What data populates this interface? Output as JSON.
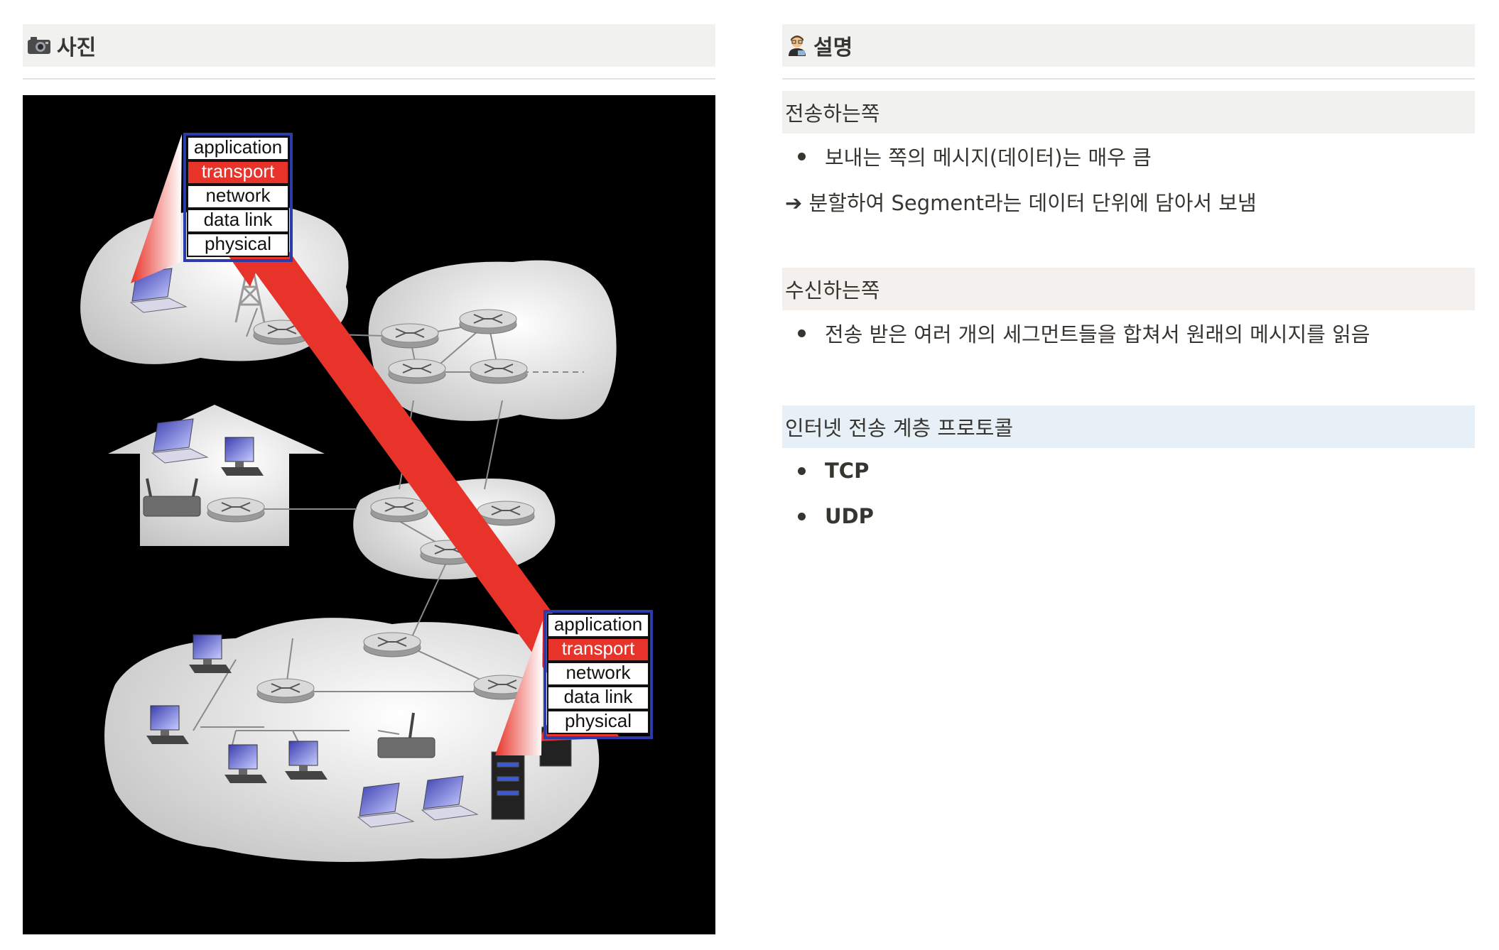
{
  "left_panel": {
    "icon": "camera-icon",
    "title": "사진"
  },
  "right_panel": {
    "icon": "teacher-icon",
    "title": "설명"
  },
  "diagram": {
    "top_stack": [
      "application",
      "transport",
      "network",
      "data link",
      "physical"
    ],
    "bottom_stack": [
      "application",
      "transport",
      "network",
      "data link",
      "physical"
    ],
    "highlight_color": "#e8332a"
  },
  "sections": [
    {
      "title": "전송하는쪽",
      "bullets": [
        "보내는 쪽의 메시지(데이터)는 매우 큼"
      ],
      "note": "➔ 분할하여 Segment라는 데이터 단위에 담아서 보냄"
    },
    {
      "title": "수신하는쪽",
      "bullets": [
        "전송 받은 여러 개의 세그먼트들을 합쳐서 원래의 메시지를 읽음"
      ]
    },
    {
      "title": "인터넷 전송 계층 프로토콜",
      "bullets": [
        "TCP",
        "UDP"
      ]
    }
  ]
}
